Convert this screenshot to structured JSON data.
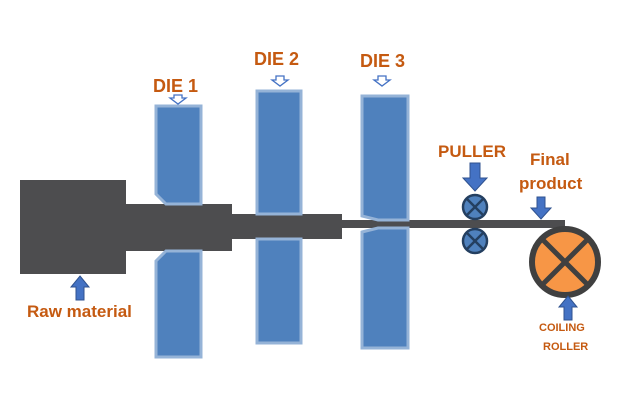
{
  "labels": {
    "die1": "DIE 1",
    "die2": "DIE 2",
    "die3": "DIE 3",
    "puller": "PULLER",
    "final_line1": "Final",
    "final_line2": "product",
    "raw": "Raw material",
    "coiling_line1": "COILING",
    "coiling_line2": "ROLLER"
  },
  "colors": {
    "die_fill": "#4f81bd",
    "die_stroke": "#95b3d7",
    "material": "#4d4d4f",
    "label": "#c55a11",
    "arrow": "#4472c4",
    "coiling_roller": "#f79646"
  },
  "icons": {
    "puller_rollers": "cross-circle-icon",
    "coiling_roller": "cross-circle-icon",
    "pointer": "arrow-icon"
  }
}
